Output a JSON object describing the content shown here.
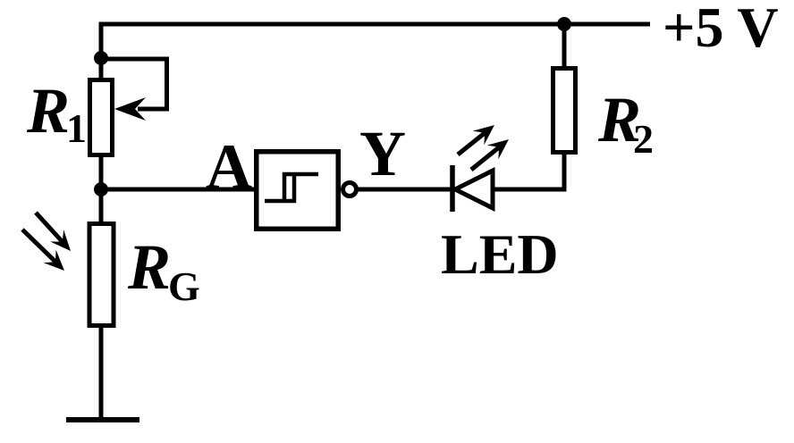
{
  "diagram": {
    "colors": {
      "ink": "#000000",
      "background": "#ffffff"
    },
    "supply": {
      "label": "+5 V"
    },
    "gate": {
      "kind": "schmitt-trigger-inverter",
      "input_label": "A",
      "output_label": "Y"
    },
    "components": {
      "r1": {
        "kind": "potentiometer",
        "label_base": "R",
        "label_sub": "1"
      },
      "rg": {
        "kind": "photoresistor",
        "label_base": "R",
        "label_sub": "G"
      },
      "r2": {
        "kind": "resistor",
        "label_base": "R",
        "label_sub": "2"
      },
      "led": {
        "kind": "light-emitting-diode",
        "label": "LED"
      },
      "ground": {
        "kind": "ground-symbol"
      }
    }
  }
}
